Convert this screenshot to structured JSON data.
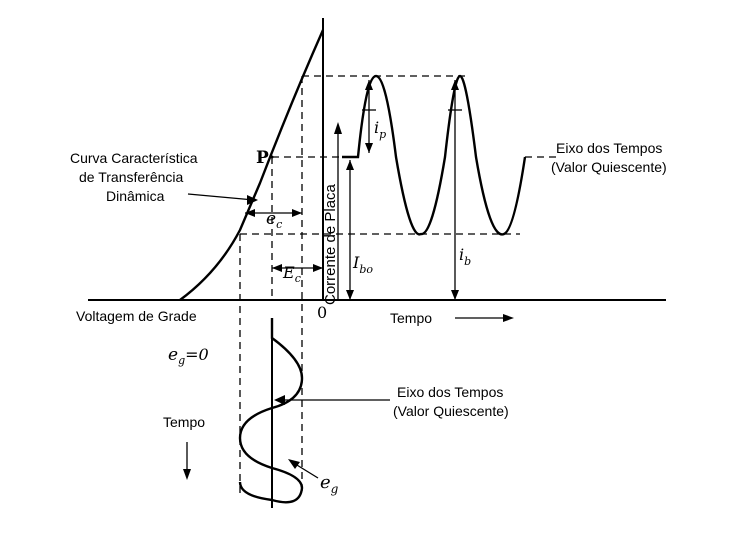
{
  "labels": {
    "curve_title_1": "Curva Característica",
    "curve_title_2": "de Transferência",
    "curve_title_3": "Dinâmica",
    "time_axis_right_1": "Eixo dos Tempos",
    "time_axis_right_2": "(Valor Quiescente)",
    "time_axis_lower_1": "Eixo dos Tempos",
    "time_axis_lower_2": "(Valor Quiescente)",
    "grid_voltage": "Voltagem de Grade",
    "time_right": "Tempo",
    "time_down": "Tempo",
    "plate_current": "Corrente de Placa",
    "origin": "0",
    "point_p": "P",
    "ec": "e",
    "ec_sub": "c",
    "Ec": "E",
    "Ec_sub": "c",
    "ip": "i",
    "ip_sub": "p",
    "ib": "i",
    "ib_sub": "b",
    "Ibo": "I",
    "Ibo_sub": "bo",
    "eg0": "e",
    "eg0_sub": "g",
    "eg0_rest": "=0",
    "eg": "e",
    "eg_sub": "g"
  }
}
